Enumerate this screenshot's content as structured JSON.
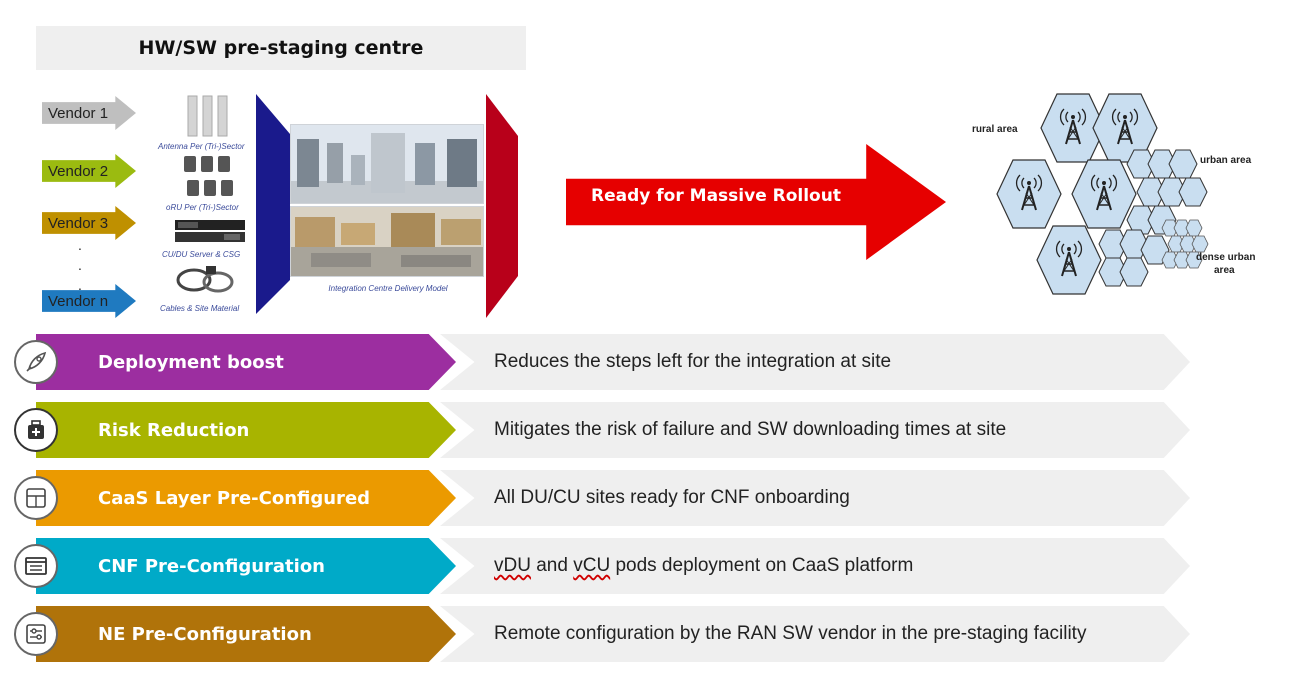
{
  "header": {
    "title": "HW/SW pre-staging centre"
  },
  "vendors": [
    {
      "label": "Vendor 1",
      "color": "#bfbfbf"
    },
    {
      "label": "Vendor 2",
      "color": "#9bbb10"
    },
    {
      "label": "Vendor 3",
      "color": "#bf9000"
    },
    {
      "label": "Vendor n",
      "color": "#1f7ac0"
    }
  ],
  "vendor_dots": [
    ".",
    ".",
    "."
  ],
  "equipment": {
    "antenna": "Antenna Per (Tri-)Sector",
    "oru": "oRU Per (Tri-)Sector",
    "server": "CU/DU Server & CSG",
    "cables": "Cables & Site  Material"
  },
  "integration": {
    "caption": "Integration Centre Delivery Model"
  },
  "rollout": {
    "label": "Ready for Massive Rollout",
    "color": "#e60000"
  },
  "areas": {
    "rural": "rural area",
    "urban": "urban area",
    "dense_line1": "dense urban",
    "dense_line2": "area"
  },
  "benefits": [
    {
      "title": "Deployment boost",
      "description_parts": [
        "Reduces the steps left for the integration at site"
      ],
      "color": "#9c2ea0",
      "icon": "rocket-icon"
    },
    {
      "title": "Risk Reduction",
      "description_parts": [
        "Mitigates the risk of failure and SW downloading times at site"
      ],
      "color": "#a8b400",
      "icon": "medkit-icon"
    },
    {
      "title": "CaaS Layer Pre-Configured",
      "description_parts": [
        "All DU/CU sites ready for CNF onboarding"
      ],
      "color": "#eb9a00",
      "icon": "layout-icon"
    },
    {
      "title": "CNF Pre-Configuration",
      "description_parts": [
        "vDU",
        " and ",
        "vCU",
        " pods deployment on CaaS platform"
      ],
      "color": "#00aac8",
      "icon": "window-icon"
    },
    {
      "title": "NE Pre-Configuration",
      "description_parts": [
        "Remote configuration by the RAN SW vendor in the pre-staging facility"
      ],
      "color": "#b0730a",
      "icon": "sliders-icon"
    }
  ]
}
